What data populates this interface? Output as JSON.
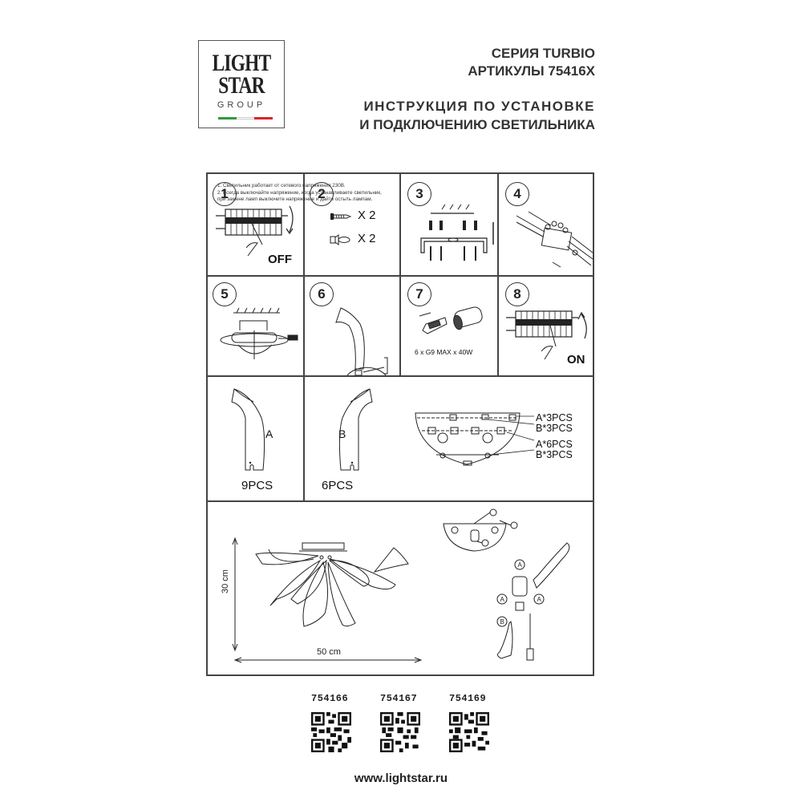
{
  "logo": {
    "line1": "LIGHT",
    "line2": "STAR",
    "line3": "GROUP",
    "flag_colors": [
      "#2e9b3c",
      "#ffffff",
      "#d8232a"
    ]
  },
  "header": {
    "series": "СЕРИЯ TURBIO",
    "articles": "АРТИКУЛЫ 75416X",
    "title_line1": "ИНСТРУКЦИЯ ПО УСТАНОВКЕ",
    "title_line2": "И ПОДКЛЮЧЕНИЮ СВЕТИЛЬНИКА"
  },
  "steps": [
    {
      "num": "1",
      "icon": "circuit-breaker-off-icon",
      "label": "OFF"
    },
    {
      "num": "2",
      "icon": "screws-icon",
      "items": [
        {
          "icon": "screw-icon",
          "qty": "X 2"
        },
        {
          "icon": "wall-plug-icon",
          "qty": "X 2"
        }
      ]
    },
    {
      "num": "3",
      "icon": "mounting-bracket-icon"
    },
    {
      "num": "4",
      "icon": "terminal-block-icon"
    },
    {
      "num": "5",
      "icon": "ceiling-mount-icon"
    },
    {
      "num": "6",
      "icon": "petal-attach-icon"
    },
    {
      "num": "7",
      "icon": "g9-bulb-icon",
      "label": "6 x G9 MAX x 40W"
    },
    {
      "num": "8",
      "icon": "circuit-breaker-on-icon",
      "label": "ON"
    }
  ],
  "parts": [
    {
      "letter": "A",
      "count": "9PCS"
    },
    {
      "letter": "B",
      "count": "6PCS"
    }
  ],
  "placement_labels": [
    "A*3PCS",
    "B*3PCS",
    "A*6PCS",
    "B*3PCS"
  ],
  "notes": [
    "1. Светильник работает от сетевого напряжения 230В.",
    "2. Всегда выключайте напряжение, когда устанавливаете светильник,",
    "при замене ламп выключите напряжение и дайте остыть лампам."
  ],
  "dimensions": {
    "height": "30 cm",
    "width": "50 cm"
  },
  "detail_labels": {
    "a": "A",
    "b": "B"
  },
  "articles": [
    "754166",
    "754167",
    "754169"
  ],
  "website": "www.lightstar.ru"
}
